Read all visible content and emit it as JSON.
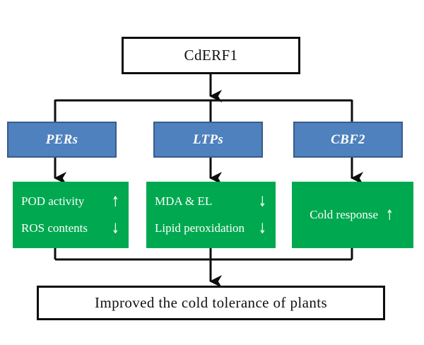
{
  "diagram": {
    "title_node": {
      "label": "CdERF1"
    },
    "gene_nodes": [
      {
        "name": "pers",
        "label": "PERs"
      },
      {
        "name": "ltps",
        "label": "LTPs"
      },
      {
        "name": "cbf2",
        "label": "CBF2"
      }
    ],
    "effect_nodes": [
      {
        "name": "pers-effects",
        "lines": [
          {
            "text": "POD activity",
            "direction": "↑"
          },
          {
            "text": "ROS contents",
            "direction": "↓"
          }
        ]
      },
      {
        "name": "ltps-effects",
        "lines": [
          {
            "text": "MDA & EL",
            "direction": "↓"
          },
          {
            "text": "Lipid peroxidation",
            "direction": "↓"
          }
        ]
      },
      {
        "name": "cbf2-effects",
        "lines": [
          {
            "text": "Cold response",
            "direction": "↑"
          }
        ]
      }
    ],
    "outcome_node": {
      "label": "Improved the cold tolerance of plants"
    },
    "colors": {
      "gene_fill": "#4e81bd",
      "gene_border": "#385d8a",
      "effect_fill": "#00a94f",
      "line": "#0d0d0d",
      "box_border": "#0d0d0d",
      "background": "#ffffff",
      "gene_text": "#ffffff",
      "effect_text": "#ffffff",
      "plain_text": "#111111"
    }
  }
}
